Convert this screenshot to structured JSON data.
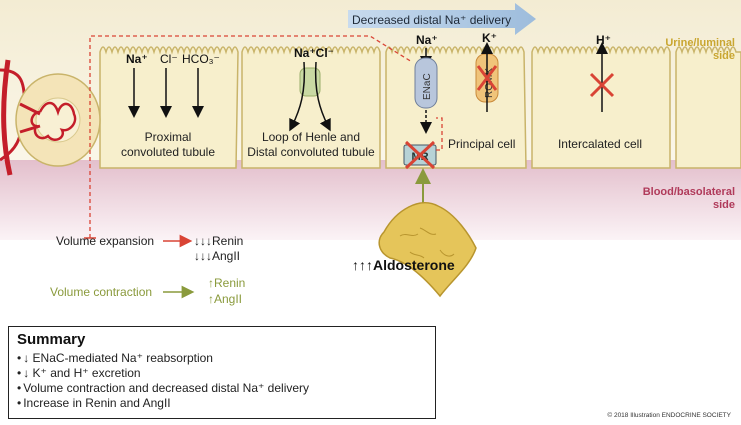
{
  "labels": {
    "banner": "Decreased distal Na⁺ delivery",
    "urine_side_1": "Urine/luminal",
    "urine_side_2": "side",
    "blood_side_1": "Blood/basolateral",
    "blood_side_2": "side",
    "proximal_1": "Proximal",
    "proximal_2": "convoluted tubule",
    "loop_1": "Loop of Henle and",
    "loop_2": "Distal convoluted tubule",
    "principal": "Principal cell",
    "intercalated": "Intercalated cell",
    "ion_na_1": "Na⁺",
    "ion_cl_1": "Cl⁻",
    "ion_hco3": "HCO₃⁻",
    "ion_nacl": "Na⁺Cl⁻",
    "ion_na_enac": "Na⁺",
    "ion_k": "K⁺",
    "ion_h": "H⁺",
    "enac": "ENaC",
    "romk": "ROMK",
    "mr": "MR",
    "aldosterone": "↑↑↑Aldosterone",
    "volume_expansion": "Volume expansion",
    "renin_down": "↓↓↓Renin",
    "angii_down": "↓↓↓AngII",
    "volume_contraction": "Volume contraction",
    "renin_up": "↑Renin",
    "angii_up": "↑AngII"
  },
  "summary": {
    "title": "Summary",
    "items": [
      "↓ ENaC-mediated Na⁺ reabsorption",
      "↓ K⁺ and H⁺ excretion",
      "Volume contraction and decreased distal Na⁺ delivery",
      "Increase in Renin and AngII"
    ]
  },
  "copyright": "© 2018 Illustration ENDOCRINE SOCIETY",
  "colors": {
    "cell_fill": "#f7efcc",
    "cell_stroke": "#c9b46a",
    "blood_band": "#ecd3dc",
    "red_line": "#d94435",
    "olive": "#8a9a3c",
    "banner": "#b7cde3",
    "vessel": "#c41e2a"
  }
}
